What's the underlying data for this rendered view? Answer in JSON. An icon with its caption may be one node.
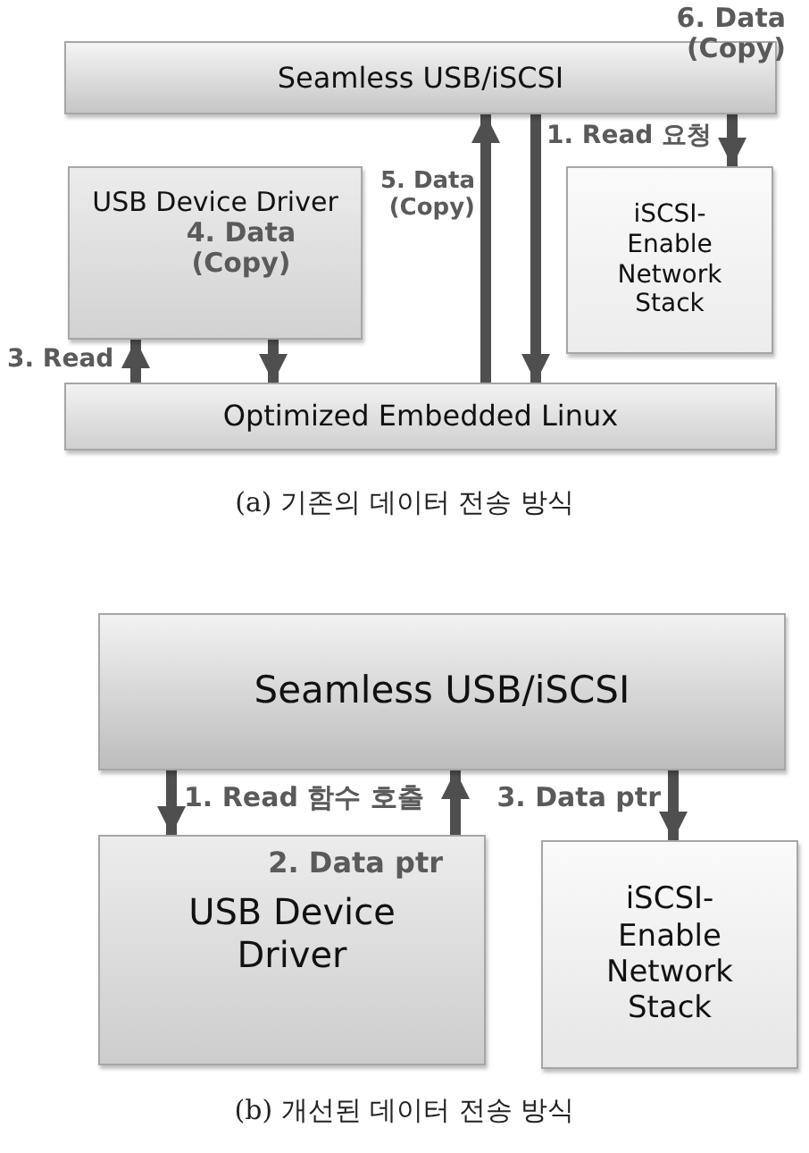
{
  "diagram": {
    "nodes": [
      {
        "text": [
          "Seamless USB/iSCSI"
        ]
      },
      {
        "text": [
          "USB Device Driver"
        ]
      },
      {
        "text": [
          "iSCSI- Enable Network Stack"
        ]
      },
      {
        "text": [
          "Optimized Embedded Linux"
        ]
      },
      {
        "text": [
          "Seamless USB/iSCSI"
        ]
      },
      {
        "text": [
          "USB Device Driver"
        ]
      },
      {
        "text": [
          "iSCSI- Enable Network Stack"
        ]
      }
    ],
    "edges": [
      {
        "from": 0,
        "to": 3,
        "arrow": "to",
        "label": "1. Read 요청"
      },
      {
        "from": 3,
        "to": 1,
        "arrow": "to",
        "label": "3. Read"
      },
      {
        "from": 1,
        "to": 3,
        "arrow": "to",
        "label": "4. Data (Copy)"
      },
      {
        "from": 3,
        "to": 0,
        "arrow": "to",
        "label": "5. Data (Copy)"
      },
      {
        "from": 0,
        "to": 2,
        "arrow": "to",
        "label": "6. Data (Copy)"
      },
      {
        "from": 4,
        "to": 5,
        "arrow": "to",
        "label": "1. Read 함수 호출"
      },
      {
        "from": 5,
        "to": 4,
        "arrow": "to",
        "label": "2. Data ptr"
      },
      {
        "from": 4,
        "to": 6,
        "arrow": "to",
        "label": "3. Data ptr"
      }
    ],
    "labels": [
      "(a) 기존의 데이터 전송 방식",
      "(b) 개선된 데이터 전송 방식"
    ]
  }
}
